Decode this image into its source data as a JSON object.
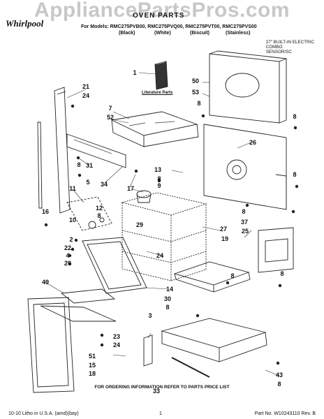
{
  "header": {
    "watermark": "AppliancePartsPros.com",
    "title": "OVEN PARTS",
    "brand": "Whirlpool",
    "models": "For Models: RMC275PVB00, RMC275PVQ00, RMC275PVT00, RMC275PVS00",
    "colors": [
      "(Black)",
      "(White)",
      "(Biscuit)",
      "(Stainless)"
    ],
    "description": [
      "27\" BUILT-IN ELECTRIC",
      "COMBO",
      "SENSOR/SC"
    ]
  },
  "literature_label": "Literature Parts",
  "callouts": [
    {
      "id": "c1",
      "label": "1"
    },
    {
      "id": "c50",
      "label": "50"
    },
    {
      "id": "c53",
      "label": "53"
    },
    {
      "id": "c8a",
      "label": "8"
    },
    {
      "id": "c21",
      "label": "21"
    },
    {
      "id": "c24a",
      "label": "24"
    },
    {
      "id": "c7",
      "label": "7"
    },
    {
      "id": "c52",
      "label": "52"
    },
    {
      "id": "c8b",
      "label": "8"
    },
    {
      "id": "c26",
      "label": "26"
    },
    {
      "id": "c8c",
      "label": "8"
    },
    {
      "id": "c8d",
      "label": "8"
    },
    {
      "id": "c31",
      "label": "31"
    },
    {
      "id": "c13",
      "label": "13"
    },
    {
      "id": "c8e",
      "label": "8"
    },
    {
      "id": "c9",
      "label": "9"
    },
    {
      "id": "c5",
      "label": "5"
    },
    {
      "id": "c34",
      "label": "34"
    },
    {
      "id": "c17",
      "label": "17"
    },
    {
      "id": "c11",
      "label": "11"
    },
    {
      "id": "c12",
      "label": "12"
    },
    {
      "id": "c8f",
      "label": "8"
    },
    {
      "id": "c8g",
      "label": "8"
    },
    {
      "id": "c16",
      "label": "16"
    },
    {
      "id": "c10",
      "label": "10"
    },
    {
      "id": "c29",
      "label": "29"
    },
    {
      "id": "c37",
      "label": "37"
    },
    {
      "id": "c27",
      "label": "27"
    },
    {
      "id": "c25",
      "label": "25"
    },
    {
      "id": "c2",
      "label": "2"
    },
    {
      "id": "c22",
      "label": "22"
    },
    {
      "id": "c4",
      "label": "4"
    },
    {
      "id": "c20",
      "label": "20"
    },
    {
      "id": "c19",
      "label": "19"
    },
    {
      "id": "c24b",
      "label": "24"
    },
    {
      "id": "c8h",
      "label": "8"
    },
    {
      "id": "c8i",
      "label": "8"
    },
    {
      "id": "c49",
      "label": "49"
    },
    {
      "id": "c14",
      "label": "14"
    },
    {
      "id": "c30",
      "label": "30"
    },
    {
      "id": "c8j",
      "label": "8"
    },
    {
      "id": "c3",
      "label": "3"
    },
    {
      "id": "c23",
      "label": "23"
    },
    {
      "id": "c24c",
      "label": "24"
    },
    {
      "id": "c51",
      "label": "51"
    },
    {
      "id": "c15",
      "label": "15"
    },
    {
      "id": "c18",
      "label": "18"
    },
    {
      "id": "c43",
      "label": "43"
    },
    {
      "id": "c8k",
      "label": "8"
    },
    {
      "id": "c33",
      "label": "33"
    }
  ],
  "footer": {
    "note": "FOR ORDERING INFORMATION REFER TO PARTS PRICE LIST",
    "left": "10-10 Litho in U.S.A. (amd)(bay)",
    "page": "1",
    "right": "Part No. W10243110 Rev. B"
  }
}
